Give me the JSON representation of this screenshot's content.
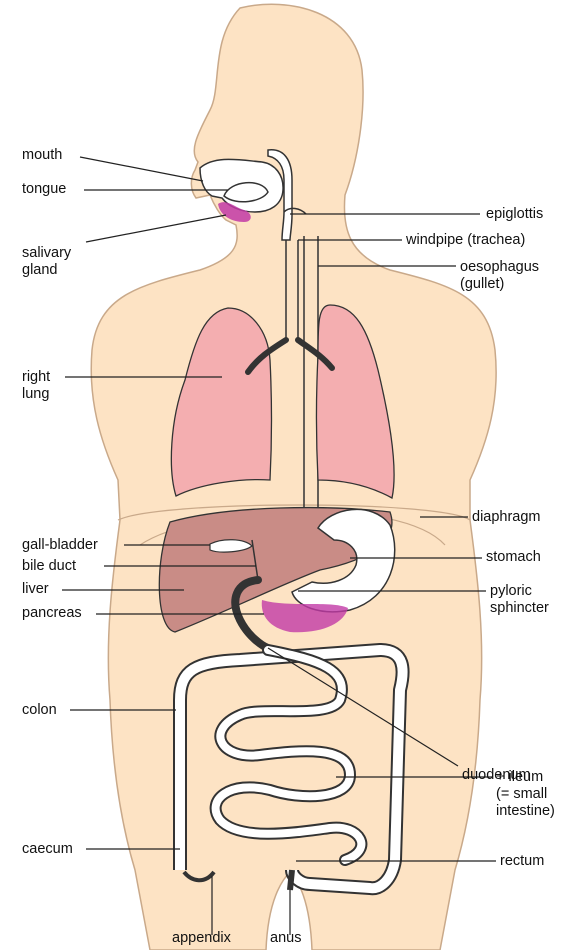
{
  "labels": {
    "mouth": "mouth",
    "tongue": "tongue",
    "salivary_gland": "salivary\ngland",
    "epiglottis": "epiglottis",
    "windpipe": "windpipe (trachea)",
    "oesophagus": "oesophagus\n(gullet)",
    "right_lung": "right\nlung",
    "diaphragm": "diaphragm",
    "gall_bladder": "gall-bladder",
    "bile_duct": "bile duct",
    "stomach": "stomach",
    "liver": "liver",
    "pyloric_sphincter": "pyloric\nsphincter",
    "pancreas": "pancreas",
    "colon": "colon",
    "duodenum": "duodenum",
    "ileum": "+ ileum\n(= small\nintestine)",
    "caecum": "caecum",
    "rectum": "rectum",
    "appendix": "appendix",
    "anus": "anus"
  },
  "colors": {
    "skin": "#fde3c4",
    "skin_outline": "#c9a98a",
    "lung": "#f4aeb0",
    "liver": "#c98c86",
    "gland": "#c23aa6",
    "tube": "#ffffff",
    "line": "#222222"
  }
}
